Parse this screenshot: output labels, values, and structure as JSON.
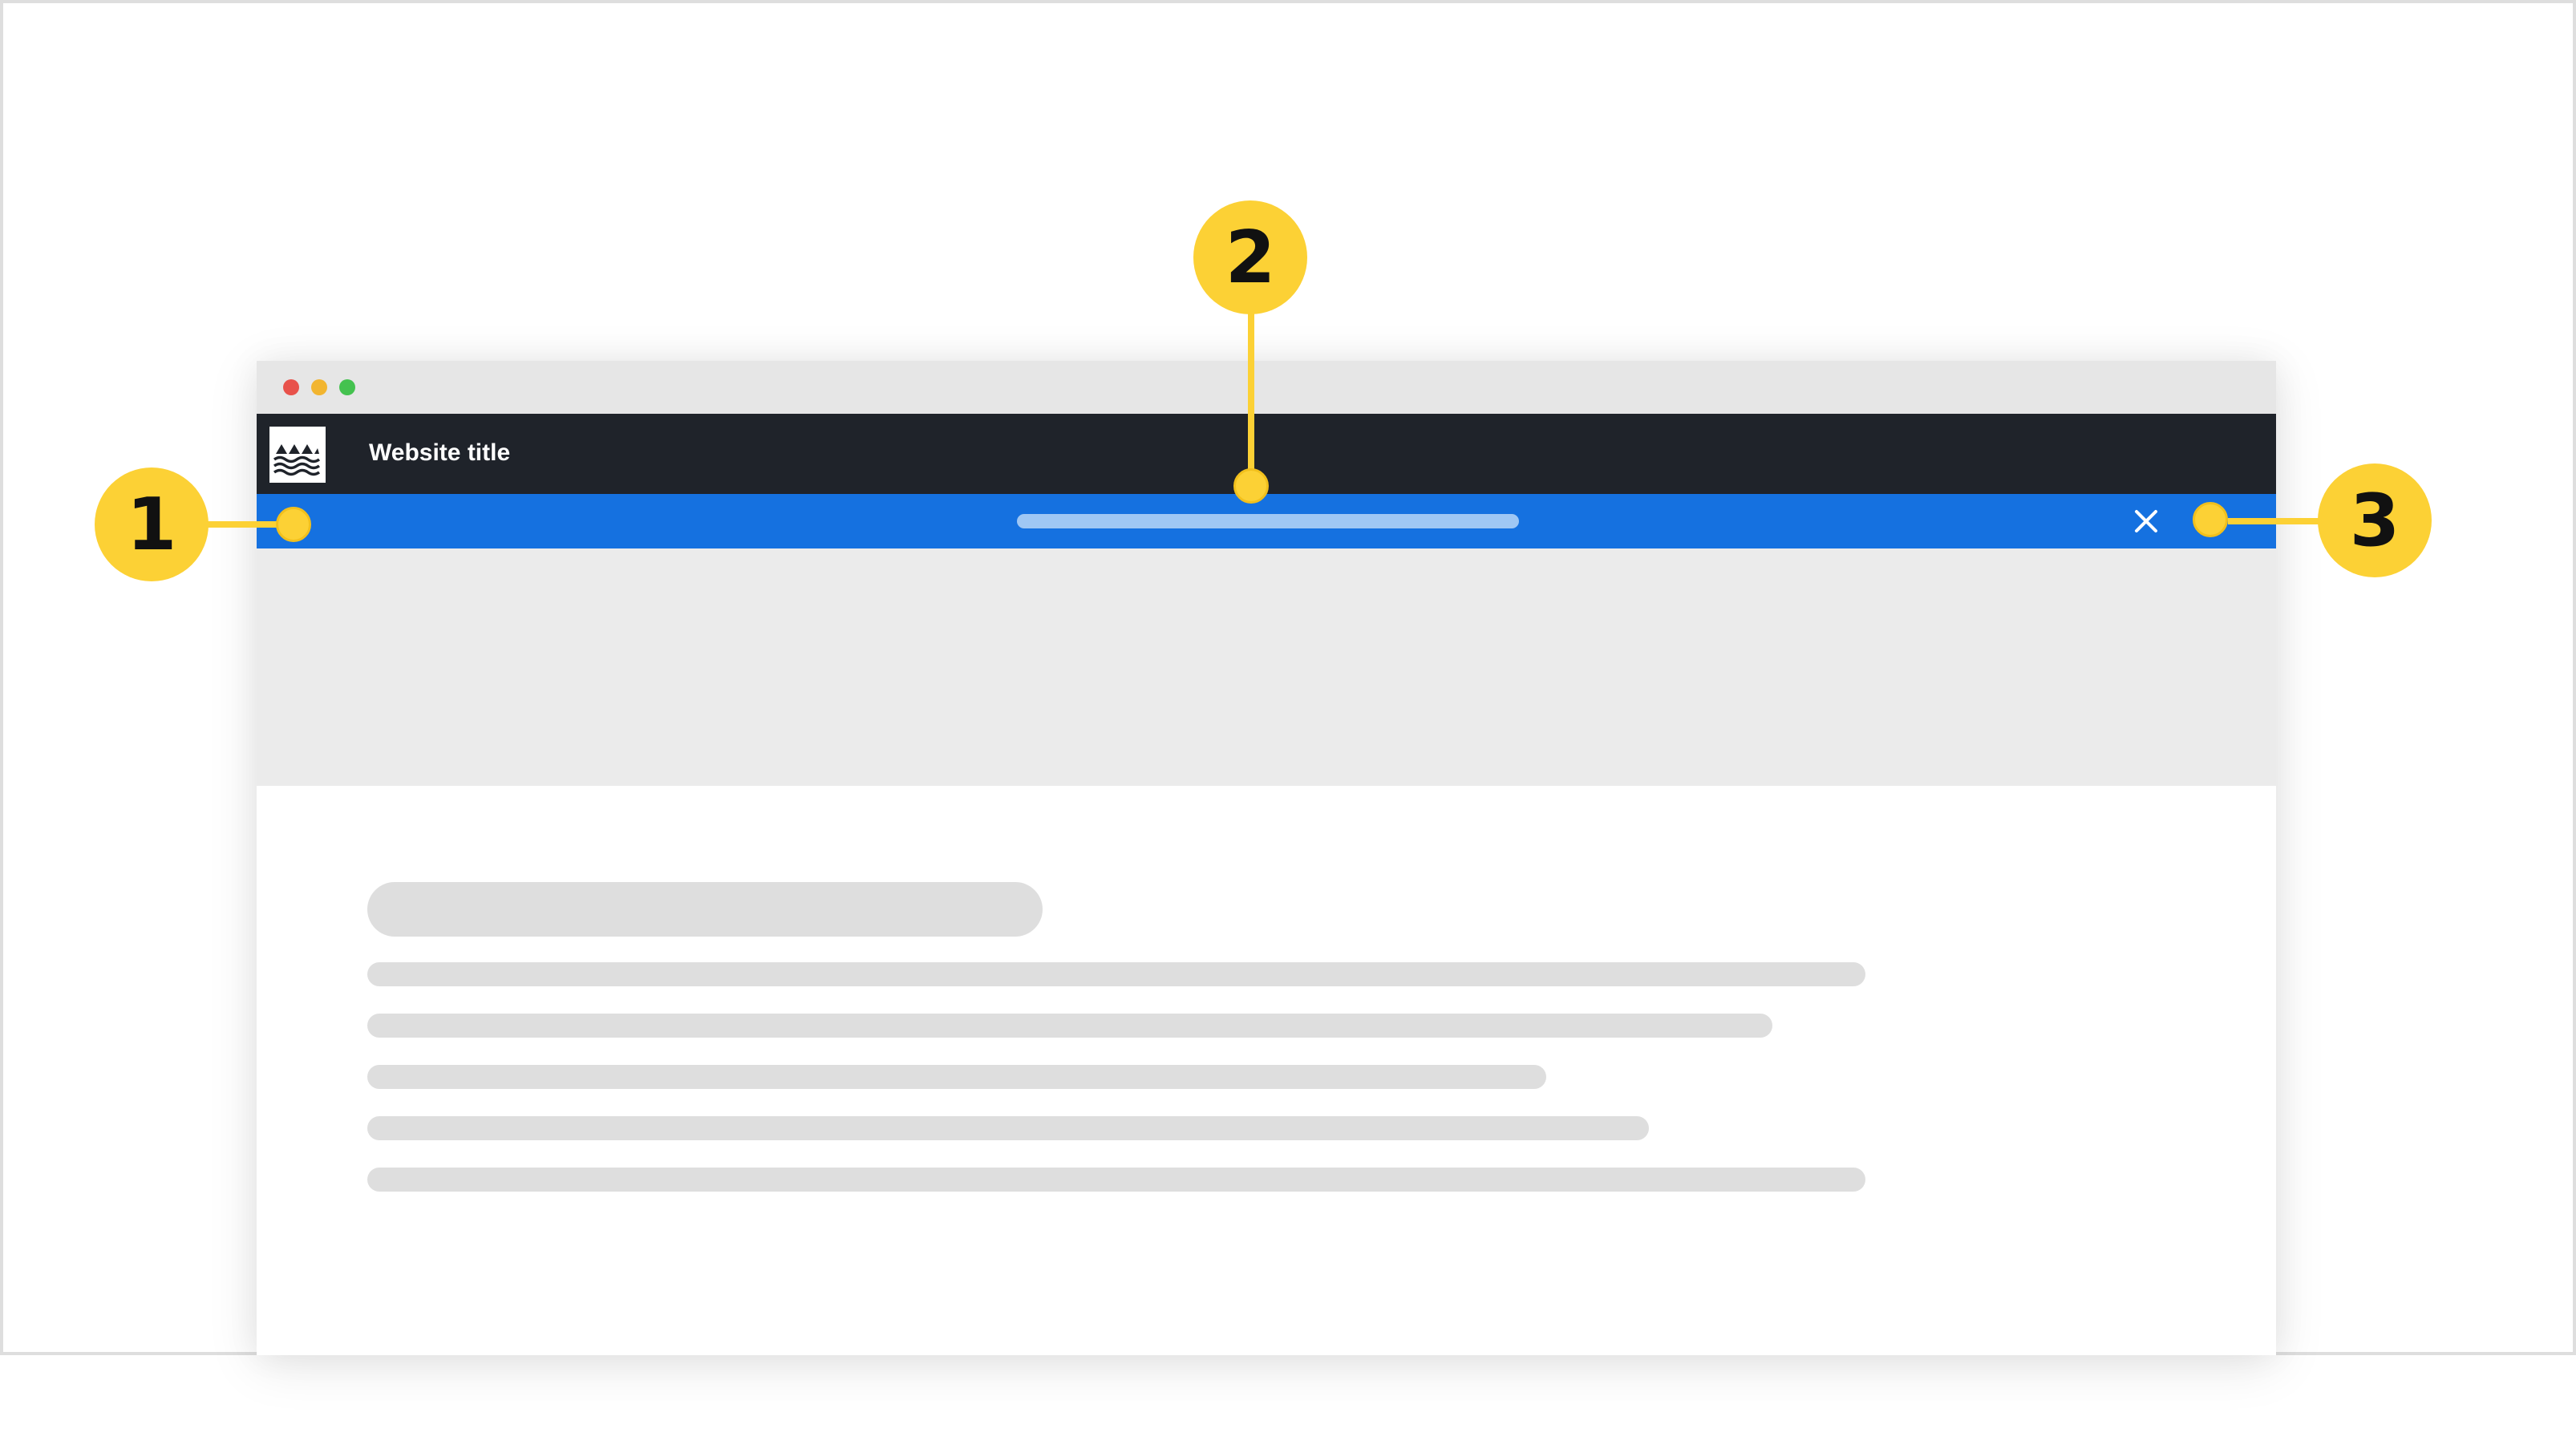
{
  "browser": {
    "window_dots": [
      {
        "name": "close",
        "color": "#e8524b"
      },
      {
        "name": "minimize",
        "color": "#f2b530"
      },
      {
        "name": "zoom",
        "color": "#44c24f"
      }
    ]
  },
  "site_header": {
    "title": "Website title",
    "logo_icon": "waves-mountains-icon",
    "background": "#1f232a"
  },
  "banner": {
    "background": "#1571e0",
    "close_icon": "close-icon"
  },
  "callouts": [
    {
      "label": "1"
    },
    {
      "label": "2"
    },
    {
      "label": "3"
    }
  ],
  "colors": {
    "callout": "#fcd135",
    "skeleton": "#dedede",
    "hero": "#ebebeb"
  }
}
